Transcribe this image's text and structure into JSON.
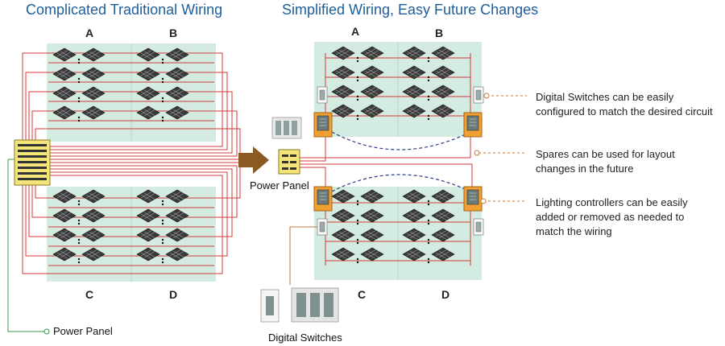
{
  "titles": {
    "left": "Complicated Traditional Wiring",
    "right": "Simplified Wiring, Easy Future Changes"
  },
  "zones": [
    "A",
    "B",
    "C",
    "D"
  ],
  "labels": {
    "left_power_panel": "Power Panel",
    "center_power_panel": "Power Panel",
    "digital_switches": "Digital Switches"
  },
  "callouts": [
    "Digital Switches can be easily configured to match the desired circuit",
    "Spares can be used for layout changes in the future",
    "Lighting controllers can be easily added or removed as needed to match the wiring"
  ],
  "colors": {
    "title": "#1f5e9a",
    "zone_bg": "#d3ebe0",
    "wire": "#d63a3a",
    "arrow": "#8a5a22",
    "leader": "#c07a3a",
    "spare": "#2b3a8a",
    "panel": "#f4e57a",
    "controller": "#f0a030",
    "green_line": "#3a9a4a"
  }
}
